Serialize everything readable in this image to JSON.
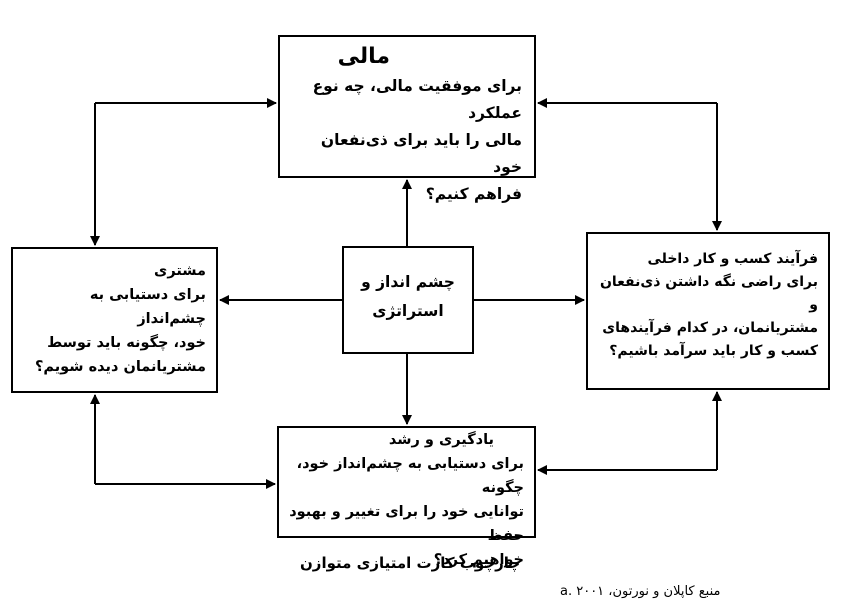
{
  "boxes": {
    "finance": {
      "title": "مالی",
      "text": "برای موفقیت مالی، چه نوع عملکرد\nمالی را باید برای ذی‌نفعان خود\nفراهم کنیم؟"
    },
    "customer": {
      "title": "مشتری",
      "text": "برای دستیابی به چشم‌انداز\nخود، چگونه باید توسط\nمشتریانمان دیده شویم؟"
    },
    "internal": {
      "title": "فرآیند کسب و کار داخلی",
      "text": "برای راضی نگه داشتن ذی‌نفعان و\nمشتریانمان، در کدام فرآیندهای\nکسب و کار باید سرآمد باشیم؟"
    },
    "learning": {
      "title": "یادگیری و رشد",
      "text": "برای دستیابی به چشم‌انداز خود، چگونه\nتوانایی خود را برای تغییر و بهبود حفظ\nخواهیم کرد؟"
    },
    "vision": {
      "text": "چشم انداز و\nاستراتژی"
    }
  },
  "caption": {
    "title": "چارچوب کارت امتیازی متوازن",
    "source": "منبع کاپلان و نورتون، a. ۲۰۰۱"
  }
}
